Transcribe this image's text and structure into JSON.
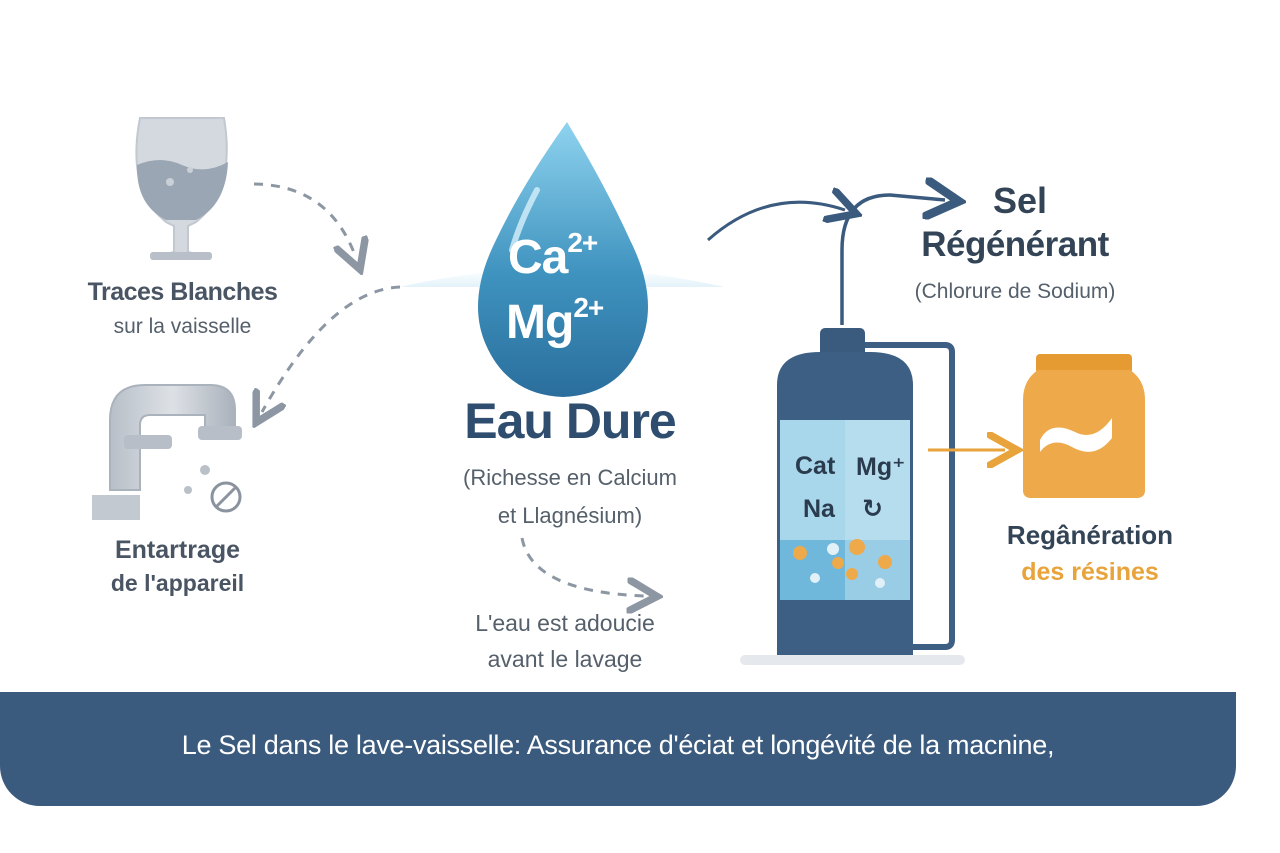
{
  "hardness": {
    "ion_ca": "Ca",
    "ion_ca_charge": "2+",
    "ion_mg": "Mg",
    "ion_mg_charge": "2+",
    "title": "Eau Dure",
    "subtitle_line1": "(Richesse en Calcium",
    "subtitle_line2": "et Llagnésium)"
  },
  "effects": {
    "glass_title": "Traces Blanches",
    "glass_subtitle": "sur la vaisselle",
    "pipe_title": "Entartrage",
    "pipe_subtitle": "de l'appareil"
  },
  "softening": {
    "line1": "L'eau est adoucie",
    "line2": "avant le lavage"
  },
  "salt": {
    "title_line1": "Sel",
    "title_line2": "Régénérant",
    "subtitle": "(Chlorure de Sodium)"
  },
  "softener_tank": {
    "ion_ca": "Cat",
    "ion_mg": "Mg⁺",
    "ion_na": "Na",
    "cycle_symbol": "↻"
  },
  "regeneration": {
    "line1": "Regânération",
    "line2": "des résines"
  },
  "banner": {
    "text": "Le Sel dans le lave-vaisselle: Assurance d'éciat et longévité de la macnine,"
  },
  "colors": {
    "banner_bg": "#3a5a7e",
    "drop_blue": "#3f93bf",
    "tank_blue": "#3e5f84",
    "salt_bag": "#eea94a",
    "accent_orange": "#e8a33a",
    "text_dark": "#344457"
  }
}
